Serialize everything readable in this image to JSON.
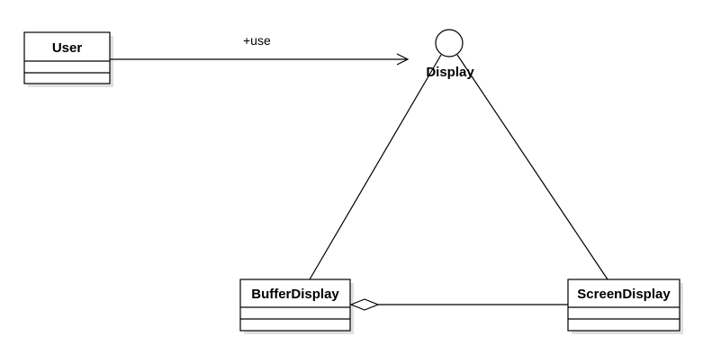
{
  "diagram": {
    "classes": {
      "user": {
        "name": "User"
      },
      "buffer_display": {
        "name": "BufferDisplay"
      },
      "screen_display": {
        "name": "ScreenDisplay"
      }
    },
    "interface": {
      "name": "Display"
    },
    "edges": {
      "user_to_display": {
        "label": "+use"
      }
    },
    "colors": {
      "stroke": "#000000",
      "fill": "#ffffff"
    }
  }
}
